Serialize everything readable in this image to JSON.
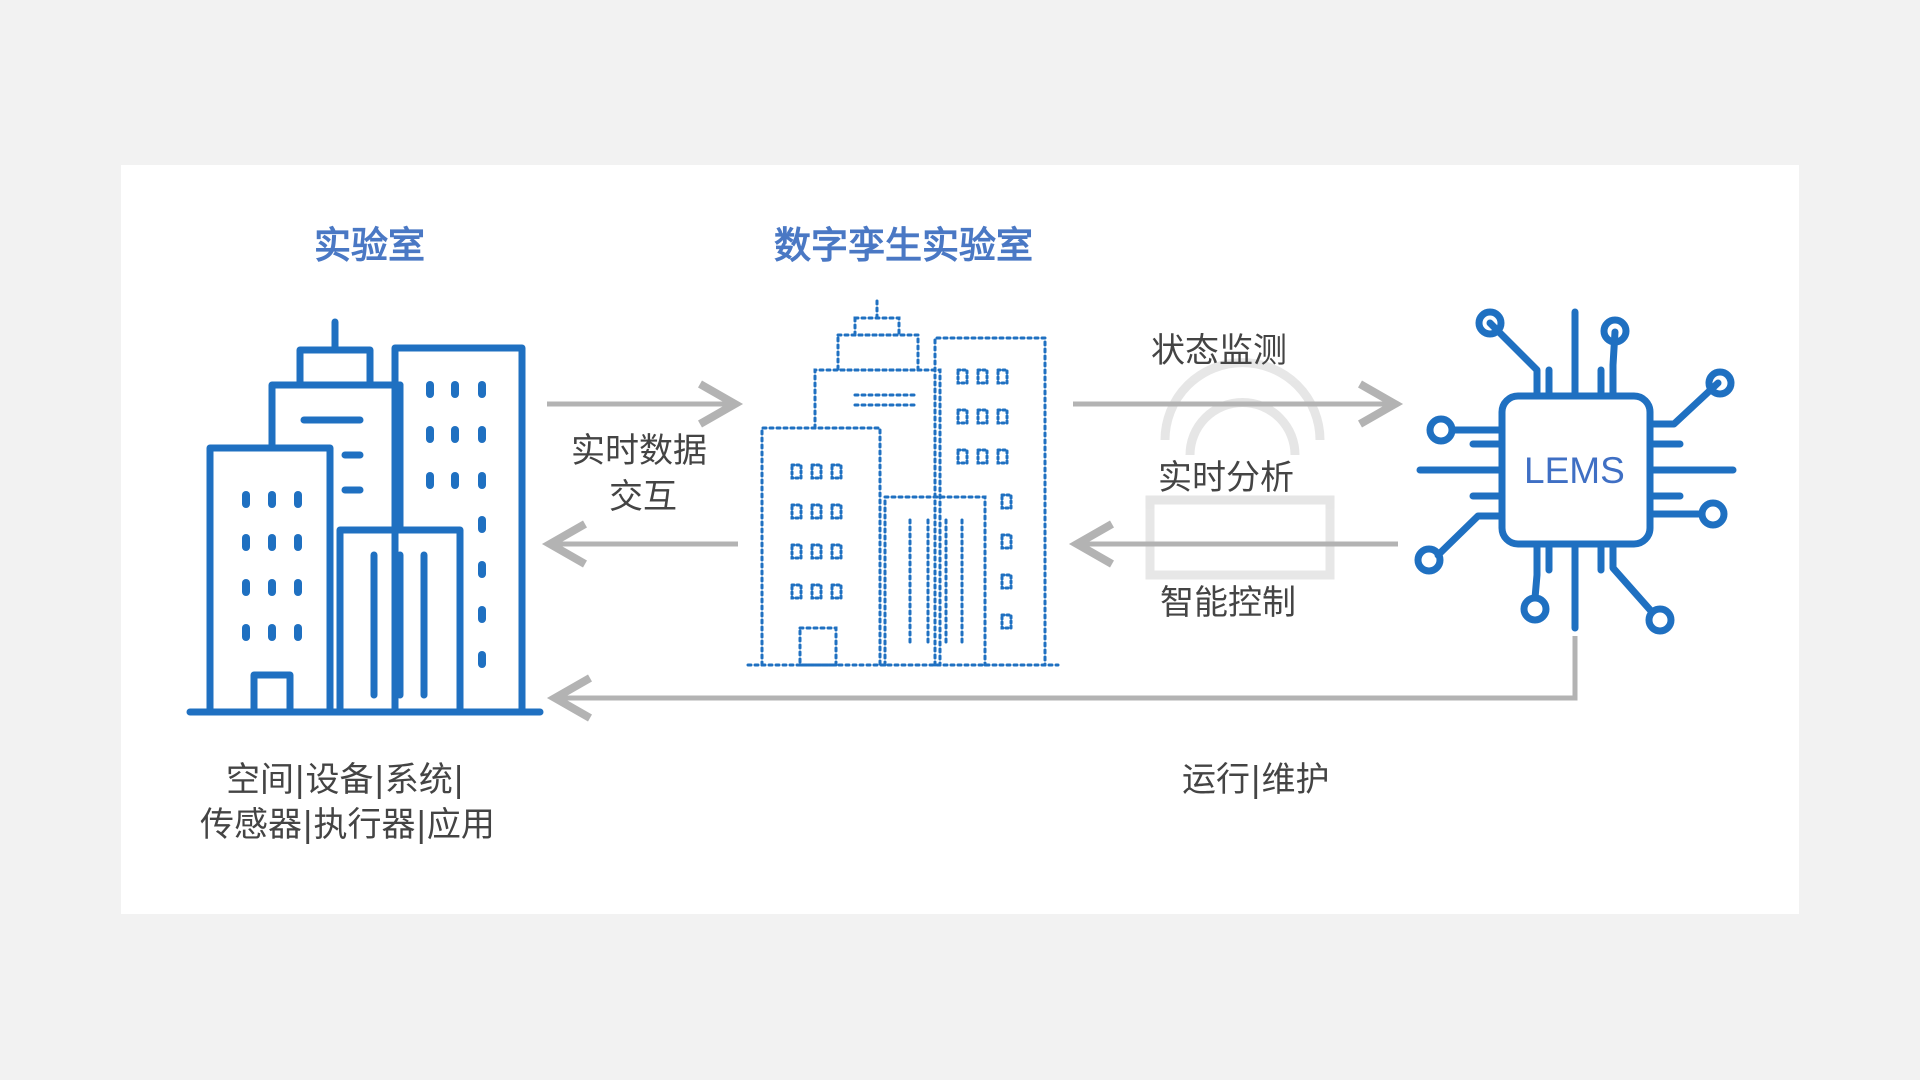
{
  "colors": {
    "brand_blue": "#1f70c1",
    "title_blue": "#4a78c4",
    "arrow_gray": "#b3b3b3",
    "text_gray": "#444444",
    "background": "#f2f2f2",
    "panel": "#ffffff"
  },
  "titles": {
    "lab": "实验室",
    "digital_twin": "数字孪生实验室"
  },
  "labels": {
    "data_exchange_line1": "实时数据",
    "data_exchange_line2": "交互",
    "monitoring": "状态监测",
    "analysis": "实时分析",
    "control": "智能控制",
    "lab_items_line1": "空间|设备|系统|",
    "lab_items_line2": "传感器|执行器|应用",
    "operations": "运行|维护"
  },
  "chip": {
    "label": "LEMS"
  },
  "icons": [
    "building-icon",
    "dotted-building-icon",
    "circuit-chip-icon",
    "arrow-right-icon",
    "arrow-left-icon"
  ]
}
